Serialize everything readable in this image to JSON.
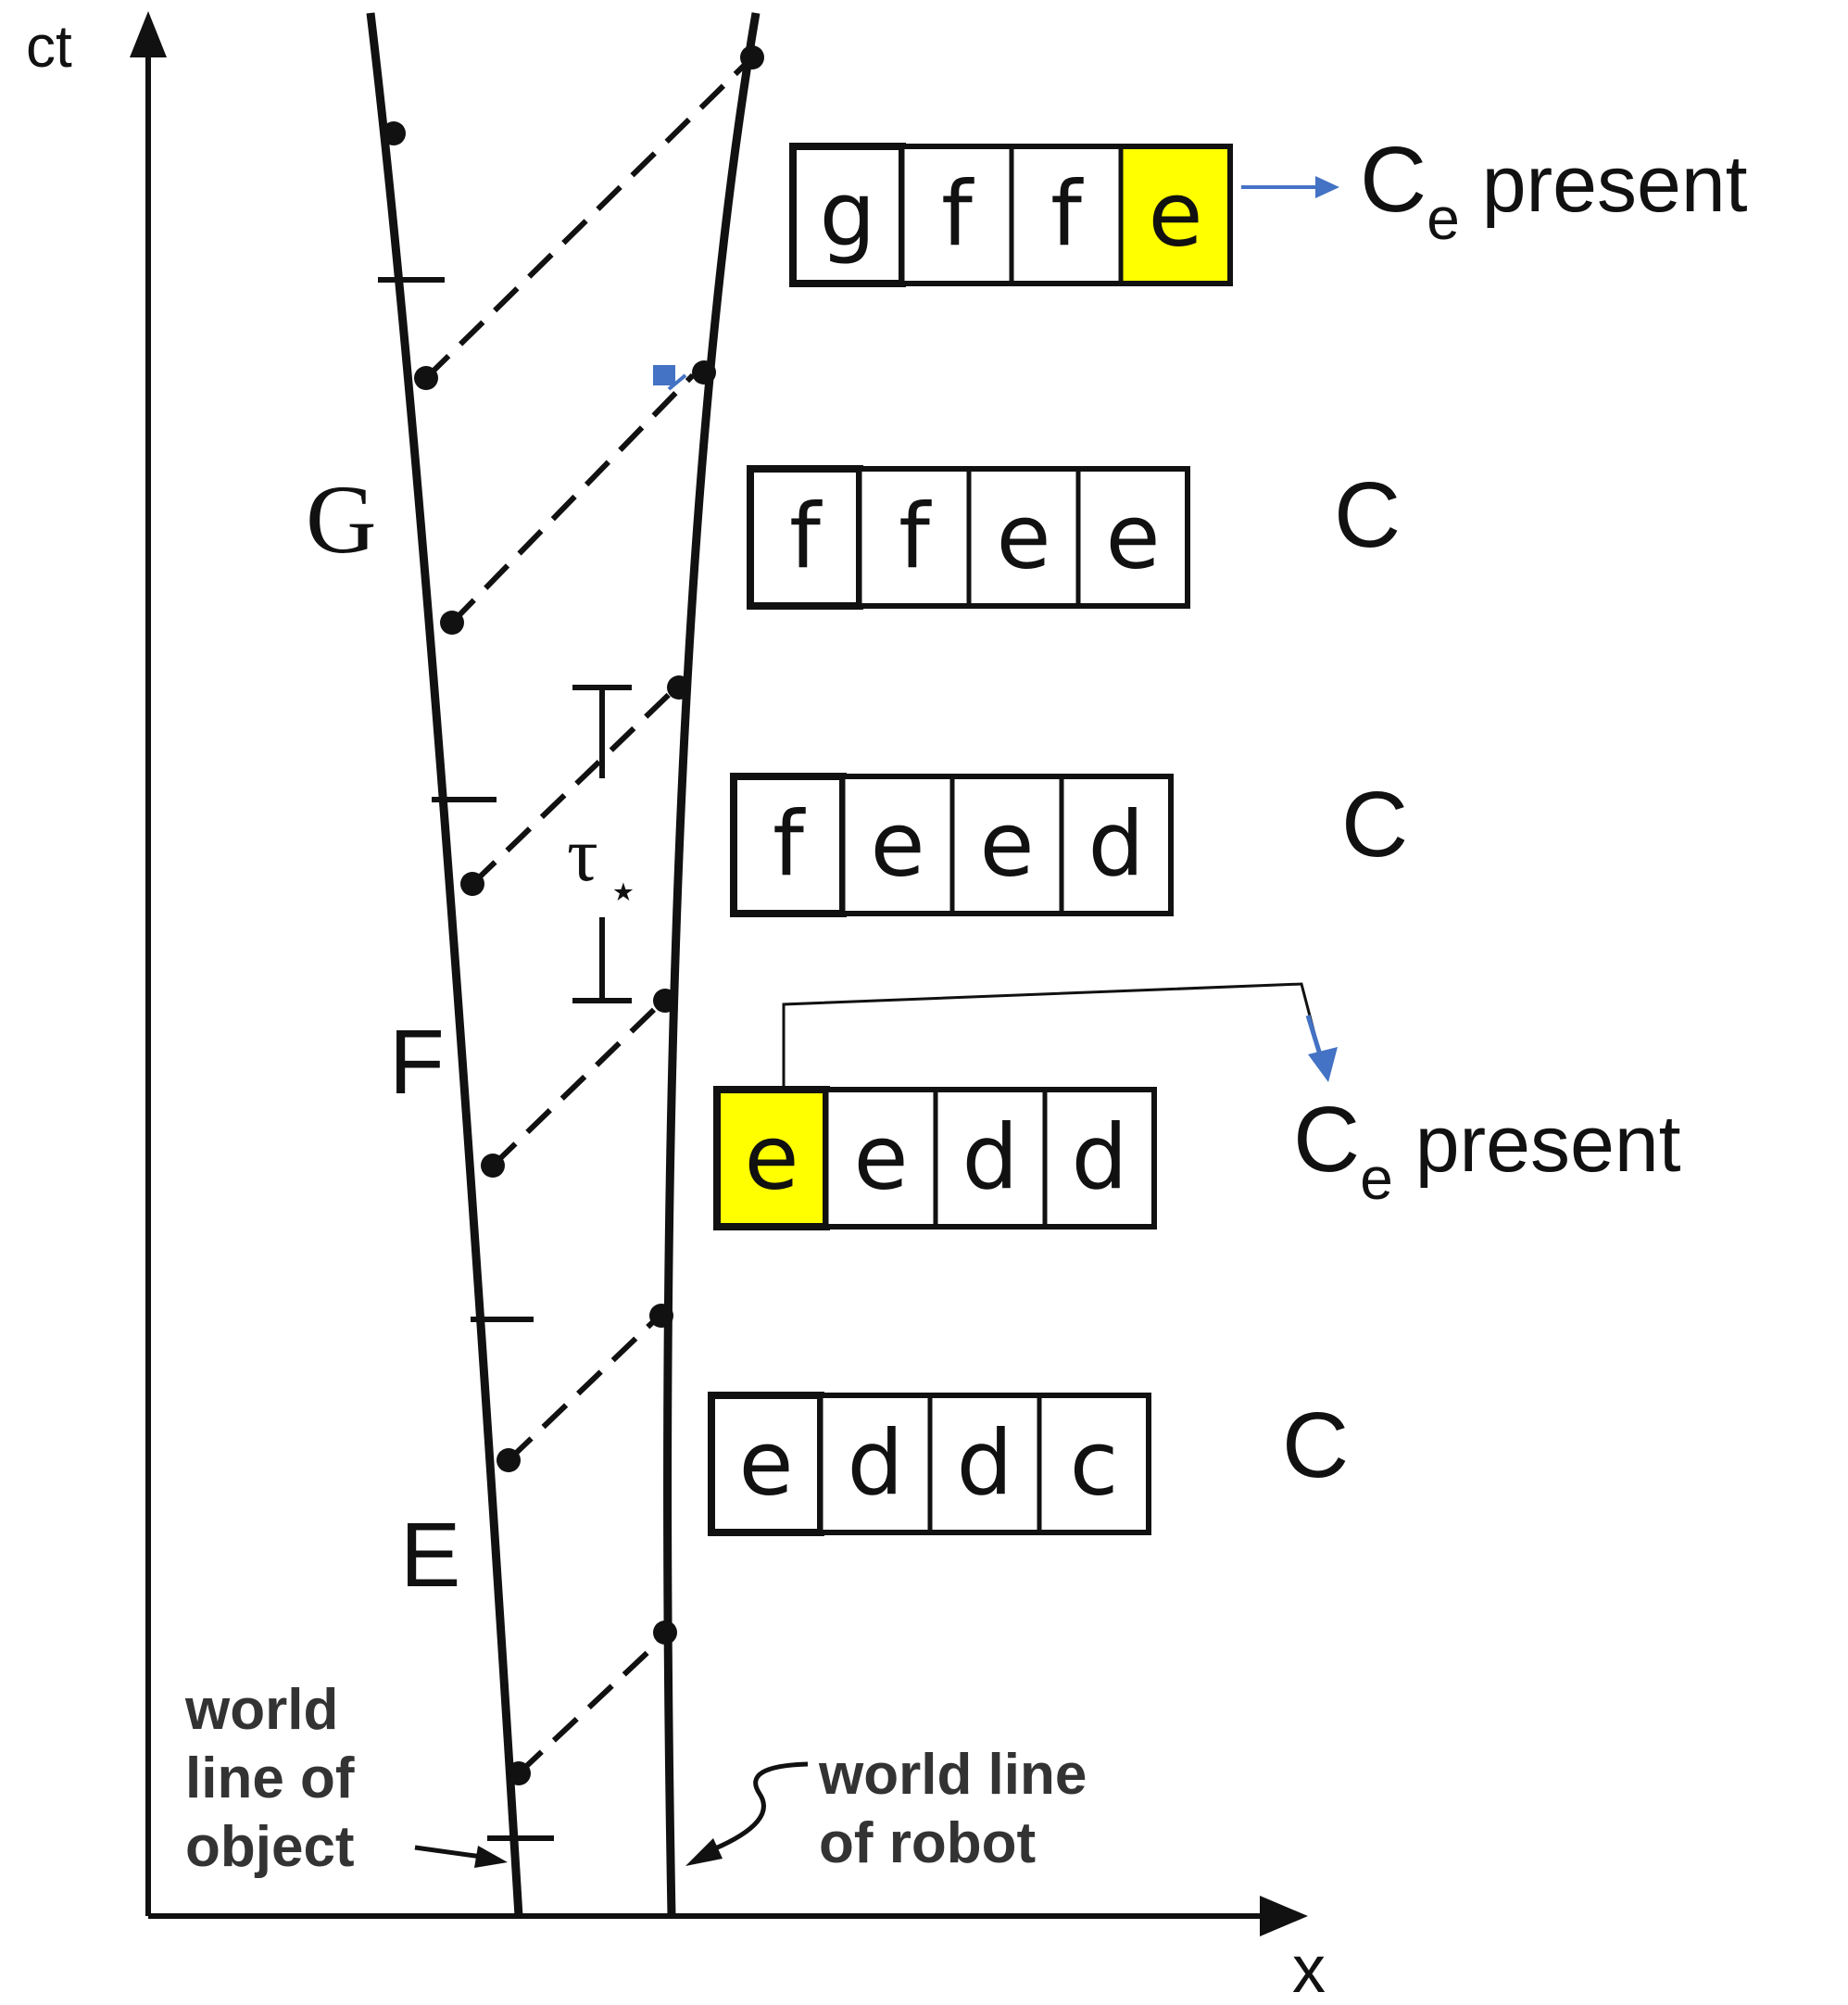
{
  "axes": {
    "y_label": "ct",
    "x_label": "x"
  },
  "regions": [
    {
      "id": "G",
      "label": "G"
    },
    {
      "id": "F",
      "label": "F"
    },
    {
      "id": "E",
      "label": "E"
    }
  ],
  "interval_label": "τ",
  "interval_sub": "⋆",
  "buffers": [
    {
      "cells": [
        "g",
        "f",
        "f",
        "e"
      ],
      "highlight": 3,
      "tag_main": "C",
      "tag_sub": "e",
      "tag_rest": " present"
    },
    {
      "cells": [
        "f",
        "f",
        "e",
        "e"
      ],
      "highlight": -1,
      "tag_main": "C",
      "tag_sub": "",
      "tag_rest": ""
    },
    {
      "cells": [
        "f",
        "e",
        "e",
        "d"
      ],
      "highlight": -1,
      "tag_main": "C",
      "tag_sub": "",
      "tag_rest": ""
    },
    {
      "cells": [
        "e",
        "e",
        "d",
        "d"
      ],
      "highlight": 0,
      "tag_main": "C",
      "tag_sub": "e",
      "tag_rest": " present"
    },
    {
      "cells": [
        "e",
        "d",
        "d",
        "c"
      ],
      "highlight": -1,
      "tag_main": "C",
      "tag_sub": "",
      "tag_rest": ""
    }
  ],
  "world_line_object_label": [
    "world",
    "line of",
    "object"
  ],
  "world_line_robot_label": [
    "world line",
    "of robot"
  ],
  "colors": {
    "highlight": "#ffff00",
    "arrow": "#4472c4",
    "ink": "#111111"
  }
}
